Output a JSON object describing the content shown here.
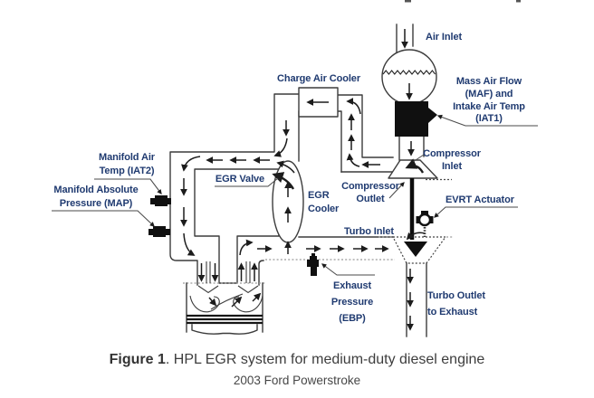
{
  "diagram": {
    "labels": {
      "air_inlet": "Air Inlet",
      "charge_air_cooler": "Charge Air Cooler",
      "maf": {
        "l1": "Mass Air Flow",
        "l2": "(MAF) and",
        "l3": "Intake Air Temp",
        "l4": "(IAT1)"
      },
      "compressor_inlet": {
        "l1": "Compressor",
        "l2": "Inlet"
      },
      "compressor_outlet": {
        "l1": "Compressor",
        "l2": "Outlet"
      },
      "manifold_air_temp": {
        "l1": "Manifold Air",
        "l2": "Temp (IAT2)"
      },
      "manifold_absolute_pressure": {
        "l1": "Manifold Absolute",
        "l2": "Pressure (MAP)"
      },
      "egr_valve": "EGR Valve",
      "egr_cooler": {
        "l1": "EGR",
        "l2": "Cooler"
      },
      "evrt_actuator": "EVRT Actuator",
      "turbo_inlet": "Turbo Inlet",
      "exhaust_pressure": {
        "l1": "Exhaust",
        "l2": "Pressure",
        "l3": "(EBP)"
      },
      "turbo_outlet": {
        "l1": "Turbo Outlet",
        "l2": "to Exhaust"
      }
    },
    "colors": {
      "label": "#1f3a70",
      "line": "#3c3c3c",
      "component_fill": "#101010",
      "dotted": "#9a9a9a"
    }
  },
  "caption": {
    "figure_label": "Figure 1",
    "title": ". HPL EGR system for medium-duty diesel engine",
    "subtitle": "2003 Ford Powerstroke"
  }
}
